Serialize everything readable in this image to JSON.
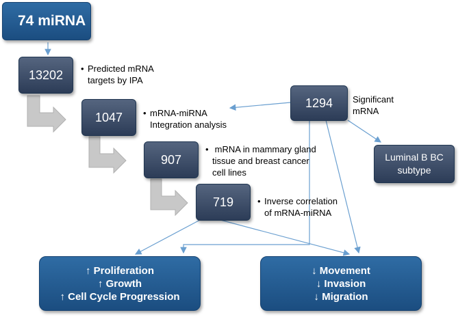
{
  "nodes": {
    "mirna": "74 miRNA",
    "n13202": "13202",
    "n1047": "1047",
    "n907": "907",
    "n719": "719",
    "n1294": "1294",
    "luminal_line1": "Luminal B BC",
    "luminal_line2": "subtype"
  },
  "notes": {
    "n13202": [
      "Predicted  mRNA",
      "targets by IPA"
    ],
    "n1047": [
      "mRNA-miRNA",
      "Integration analysis"
    ],
    "n907": [
      " mRNA in mammary gland",
      "tissue and breast cancer",
      "cell lines"
    ],
    "n719": [
      "Inverse correlation",
      "of mRNA-miRNA"
    ],
    "n1294": [
      "Significant",
      "mRNA"
    ]
  },
  "bullet": "•",
  "outcomes": {
    "left": [
      "↑ Proliferation",
      "↑ Growth",
      "↑ Cell Cycle Progression"
    ],
    "right": [
      "↓ Movement",
      "↓ Invasion",
      "↓ Migration"
    ]
  },
  "colors": {
    "dark_box": "#3b4b66",
    "blue_box": "#215a91",
    "connector": "#6a9fd0",
    "step_arrow": "#c8c8c8"
  }
}
